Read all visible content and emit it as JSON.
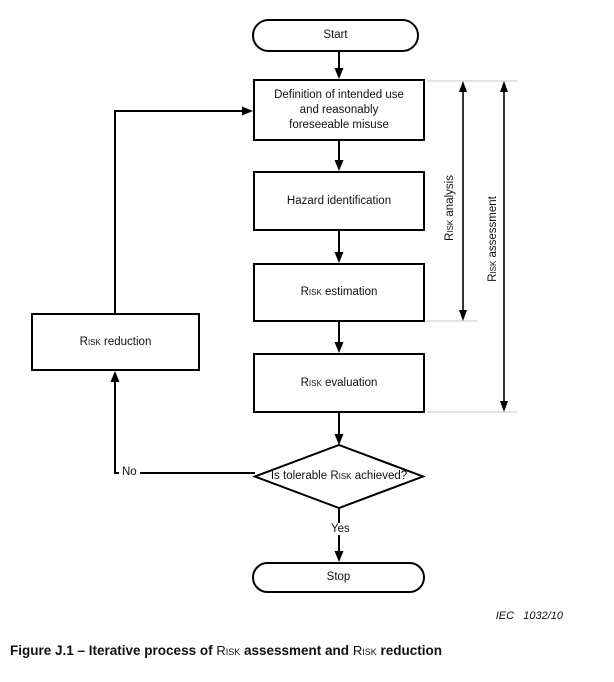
{
  "flowchart": {
    "start": "Start",
    "definition": "Definition of intended use and reasonably foreseeable misuse",
    "hazard": "Hazard identification",
    "estimation": [
      {
        "t": "Risk",
        "sc": true
      },
      {
        "t": " estimation"
      }
    ],
    "evaluation": [
      {
        "t": "Risk",
        "sc": true
      },
      {
        "t": " evaluation"
      }
    ],
    "reduction": [
      {
        "t": "Risk",
        "sc": true
      },
      {
        "t": " reduction"
      }
    ],
    "decision": [
      {
        "t": "Is tolerable "
      },
      {
        "t": "Risk",
        "sc": true
      },
      {
        "t": " achieved?"
      }
    ],
    "stop": "Stop",
    "yes_label": "Yes",
    "no_label": "No",
    "analysis_label": [
      {
        "t": "Risk",
        "sc": true
      },
      {
        "t": " analysis"
      }
    ],
    "assessment_label": [
      {
        "t": "Risk",
        "sc": true
      },
      {
        "t": " assessment"
      }
    ]
  },
  "credit": "IEC   1032/10",
  "caption": [
    {
      "t": "Figure J.1 – Iterative process of "
    },
    {
      "t": "Risk",
      "sc": true
    },
    {
      "t": " assessment and "
    },
    {
      "t": "Risk",
      "sc": true
    },
    {
      "t": " reduction"
    }
  ],
  "colors": {
    "line": "#000000",
    "extension_line": "#c9c9c9",
    "text": "#111111",
    "background": "#ffffff"
  }
}
